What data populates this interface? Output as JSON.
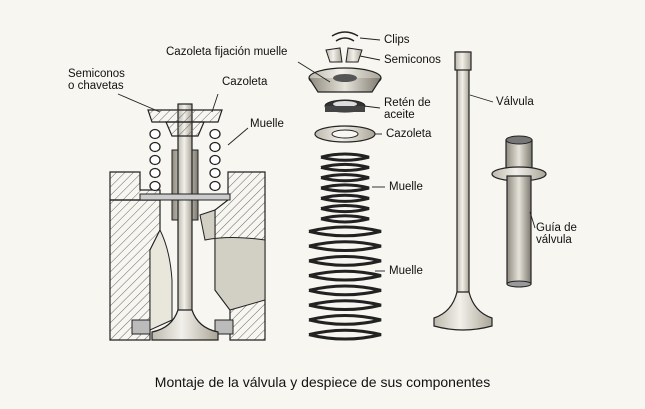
{
  "labels": {
    "semiconos_chavetas": "Semiconos\no chavetas",
    "cazoleta_left": "Cazoleta",
    "muelle_left": "Muelle",
    "cazoleta_fijacion": "Cazoleta fijación muelle",
    "clips": "Clips",
    "semiconos": "Semiconos",
    "reten": "Retén de\naceite",
    "cazoleta_mid": "Cazoleta",
    "muelle_upper": "Muelle",
    "muelle_lower": "Muelle",
    "valvula": "Válvula",
    "guia": "Guía de\nválvula"
  },
  "caption": "Montaje de la válvula y despiece de sus componentes",
  "colors": {
    "ink": "#222222",
    "hatch": "#555555",
    "metal": "#d9d6cc",
    "background": "#f7f6f1"
  }
}
